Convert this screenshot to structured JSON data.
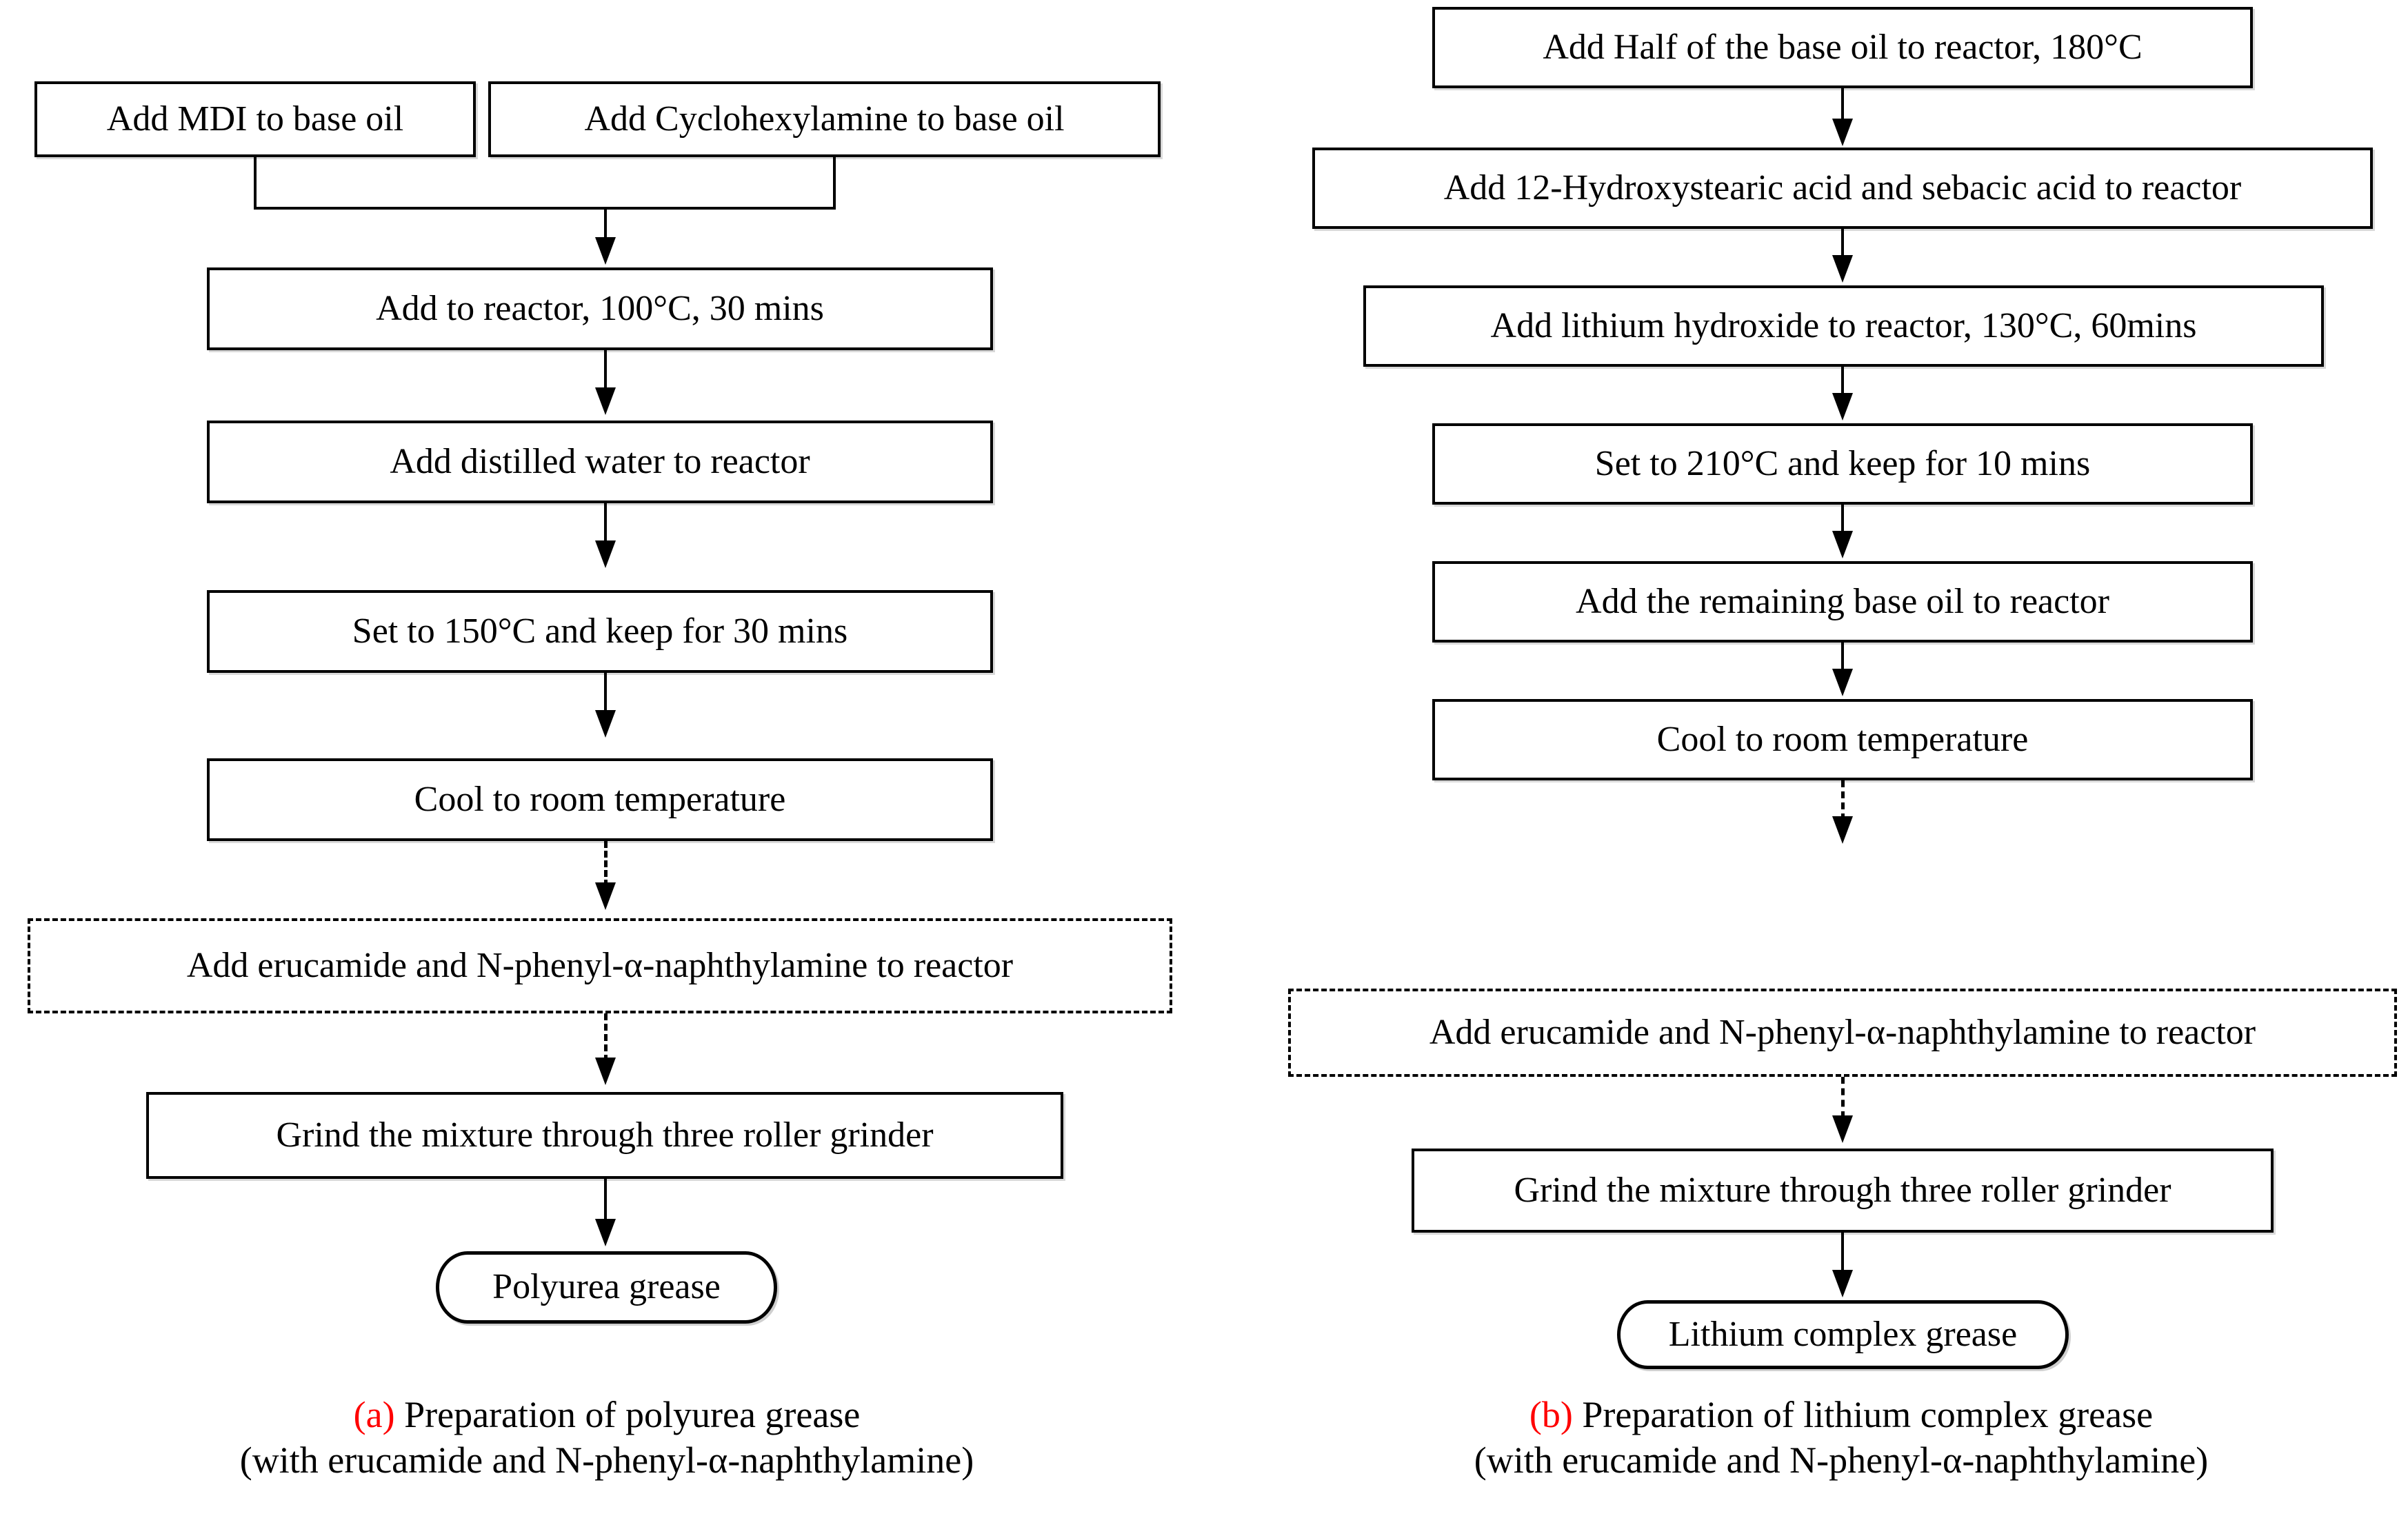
{
  "figure": {
    "type": "process-flowchart",
    "panels": [
      {
        "id": "a",
        "marker": "(a)",
        "caption_line1": "Preparation of polyurea grease",
        "caption_line2": "(with erucamide and N-phenyl-α-naphthylamine)",
        "nodes": [
          {
            "id": "a1",
            "shape": "rect",
            "text": "Add MDI to base oil"
          },
          {
            "id": "a2",
            "shape": "rect",
            "text": "Add Cyclohexylamine to base oil"
          },
          {
            "id": "a3",
            "shape": "rect",
            "text": "Add to reactor, 100°C, 30 mins"
          },
          {
            "id": "a4",
            "shape": "rect",
            "text": "Add distilled water to reactor"
          },
          {
            "id": "a5",
            "shape": "rect",
            "text": "Set to 150°C and keep for 30 mins"
          },
          {
            "id": "a6",
            "shape": "rect",
            "text": "Cool to room temperature"
          },
          {
            "id": "a7",
            "shape": "dotted-rect",
            "text": "Add erucamide and N-phenyl-α-naphthylamine to reactor"
          },
          {
            "id": "a8",
            "shape": "rect",
            "text": "Grind the mixture through three roller grinder"
          },
          {
            "id": "a9",
            "shape": "rounded",
            "text": "Polyurea grease"
          }
        ]
      },
      {
        "id": "b",
        "marker": "(b)",
        "caption_line1": "Preparation of lithium complex grease",
        "caption_line2": "(with erucamide and N-phenyl-α-naphthylamine)",
        "nodes": [
          {
            "id": "b1",
            "shape": "rect",
            "text": "Add Half of the base oil to reactor, 180°C"
          },
          {
            "id": "b2",
            "shape": "rect",
            "text": "Add 12-Hydroxystearic acid and sebacic acid to reactor"
          },
          {
            "id": "b3",
            "shape": "rect",
            "text": "Add lithium hydroxide to reactor, 130°C,   60mins"
          },
          {
            "id": "b4",
            "shape": "rect",
            "text": "Set to 210°C and keep for 10 mins"
          },
          {
            "id": "b5",
            "shape": "rect",
            "text": "Add the remaining base oil to reactor"
          },
          {
            "id": "b6",
            "shape": "rect",
            "text": "Cool to room temperature"
          },
          {
            "id": "b7",
            "shape": "dotted-rect",
            "text": "Add erucamide and N-phenyl-α-naphthylamine to reactor"
          },
          {
            "id": "b8",
            "shape": "rect",
            "text": "Grind the mixture through three roller grinder"
          },
          {
            "id": "b9",
            "shape": "rounded",
            "text": "Lithium complex grease"
          }
        ]
      }
    ],
    "colors": {
      "stroke": "#000000",
      "background": "#ffffff",
      "marker": "#ff0000"
    }
  }
}
